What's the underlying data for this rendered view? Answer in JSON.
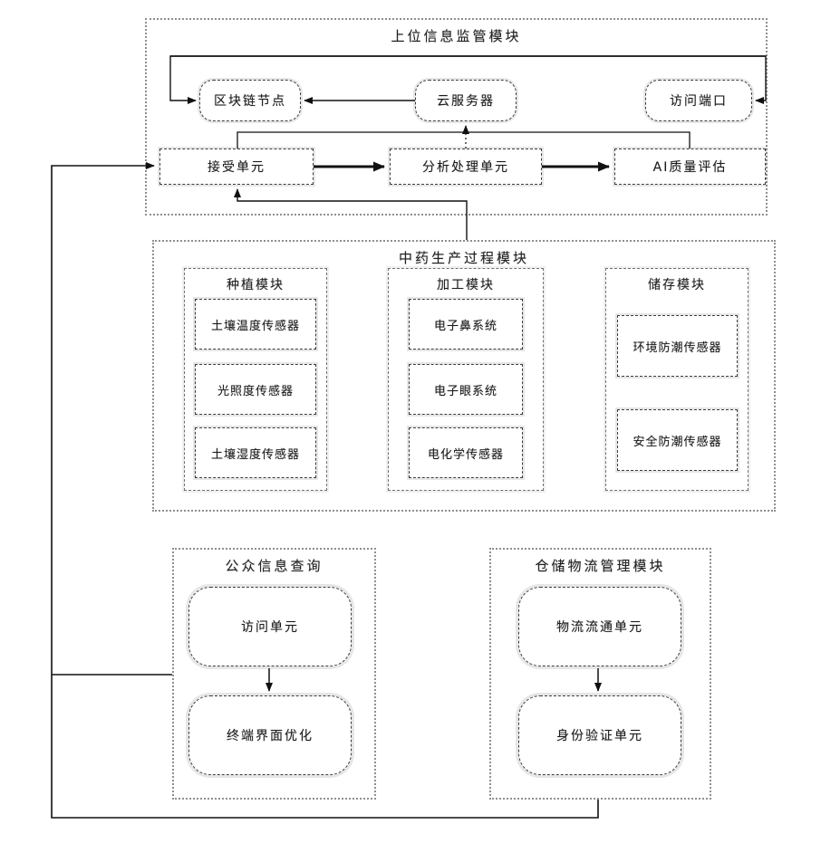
{
  "diagram": {
    "top_module": {
      "title": "上位信息监管模块",
      "nodes": [
        {
          "label": "区块链节点"
        },
        {
          "label": "云服务器"
        },
        {
          "label": "访问端口"
        }
      ],
      "units": [
        {
          "label": "接受单元"
        },
        {
          "label": "分析处理单元"
        },
        {
          "label": "AI质量评估"
        }
      ]
    },
    "production_module": {
      "title": "中药生产过程模块",
      "submodules": [
        {
          "title": "种植模块",
          "items": [
            "土壤温度传感器",
            "光照度传感器",
            "土壤湿度传感器"
          ]
        },
        {
          "title": "加工模块",
          "items": [
            "电子鼻系统",
            "电子眼系统",
            "电化学传感器"
          ]
        },
        {
          "title": "储存模块",
          "items": [
            "环境防潮传感器",
            "安全防潮传感器"
          ]
        }
      ]
    },
    "public_query_module": {
      "title": "公众信息查询",
      "items": [
        "访问单元",
        "终端界面优化"
      ]
    },
    "logistics_module": {
      "title": "仓储物流管理模块",
      "items": [
        "物流流通单元",
        "身份验证单元"
      ]
    },
    "colors": {
      "line": "#111111",
      "border": "#3c3c3c",
      "module_border": "#8f8f8f"
    }
  }
}
